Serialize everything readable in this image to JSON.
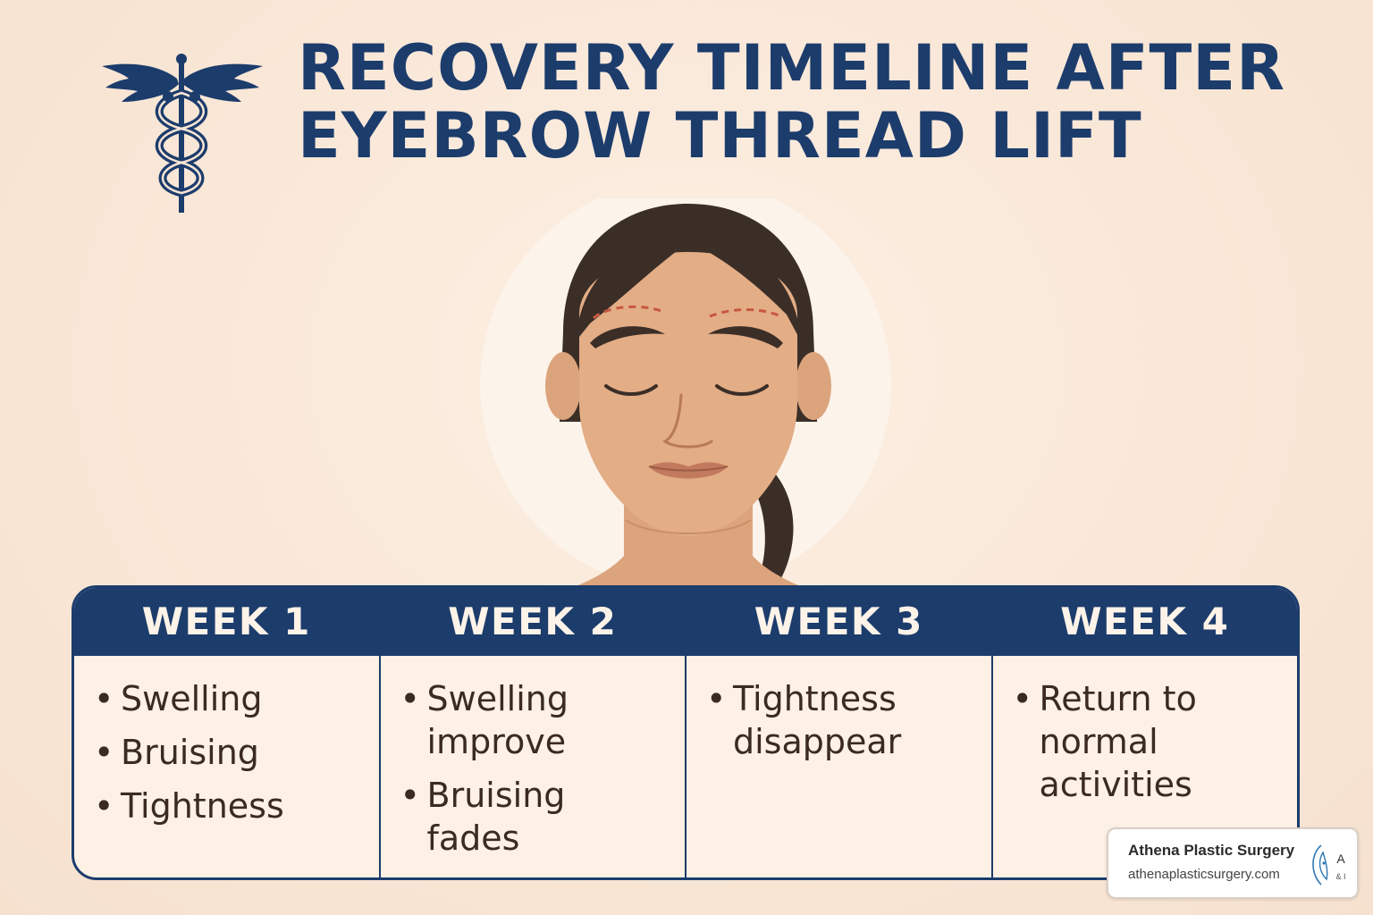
{
  "title": {
    "line1": "RECOVERY TIMELINE AFTER",
    "line2": "EYEBROW THREAD LIFT"
  },
  "icons": {
    "header": "caduceus-icon",
    "illustration": "woman-face-illustration",
    "badge": "athena-logo-icon"
  },
  "colors": {
    "navy": "#1c3c6c",
    "background": "#f9e6d6",
    "text": "#3a2a20"
  },
  "weeks": [
    {
      "label": "WEEK 1",
      "items": [
        "Swelling",
        "Bruising",
        "Tightness"
      ]
    },
    {
      "label": "WEEK 2",
      "items": [
        "Swelling improve",
        "Bruising fades"
      ]
    },
    {
      "label": "WEEK 3",
      "items": [
        "Tightness disappear"
      ]
    },
    {
      "label": "WEEK 4",
      "items": [
        "Return to normal activities"
      ]
    }
  ],
  "badge": {
    "name": "Athena Plastic Surgery",
    "url": "athenaplasticsurgery.com",
    "logo_text": "A",
    "logo_subtext": "& I"
  }
}
